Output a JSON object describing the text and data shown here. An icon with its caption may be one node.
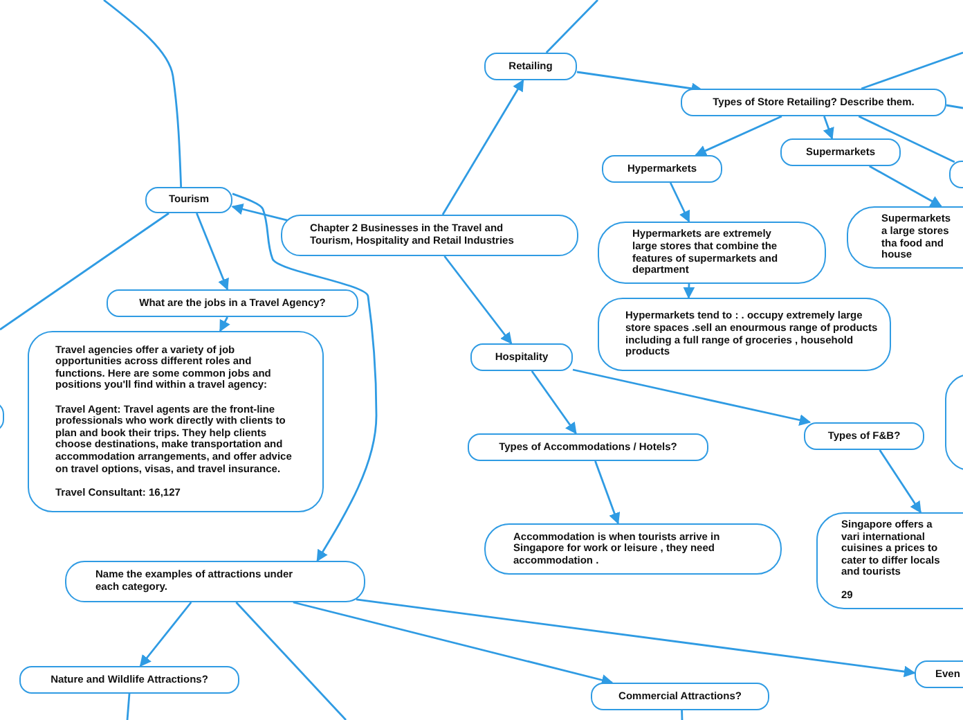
{
  "diagram": {
    "nodes": [
      {
        "text": [
          "Chapter 2 Businesses in the Travel and Tourism, Hospitality and Retail Industries"
        ]
      },
      {
        "text": [
          "Retailing"
        ]
      },
      {
        "text": [
          "Types of Store Retailing? Describe them."
        ]
      },
      {
        "text": [
          "Hypermarkets"
        ]
      },
      {
        "text": [
          "Supermarkets"
        ]
      },
      {
        "text": [],
        "shape": "box"
      },
      {
        "text": [
          "Hypermarkets are extremely large stores that combine the features of supermarkets and department"
        ]
      },
      {
        "text": [
          "Supermarkets a large stores tha food and house"
        ]
      },
      {
        "text": [
          "Hypermarkets tend to : . occupy extremely large store spaces .sell an enourmous range of products including a full range of groceries , household products"
        ]
      },
      {
        "text": [
          "Tourism"
        ]
      },
      {
        "text": [
          "What are the jobs in a Travel Agency?"
        ]
      },
      {
        "text": [
          "Travel agencies offer a variety of job opportunities across different roles and functions. Here are some common jobs and positions you'll find within a travel agency:",
          "Travel Agent: Travel agents are the front-line professionals who work directly with clients to plan and book their trips. They help clients choose destinations, make transportation and accommodation arrangements, and offer advice on travel options, visas, and travel insurance.",
          "Travel Consultant: 16,127"
        ]
      },
      {
        "text": [],
        "shape": "box"
      },
      {
        "text": [
          "Hospitality"
        ]
      },
      {
        "text": [
          "Types of Accommodations / Hotels?"
        ]
      },
      {
        "text": [
          "Accommodation is when tourists arrive in Singapore for work or leisure , they need accommodation ."
        ]
      },
      {
        "text": [
          "Types of F&B?"
        ]
      },
      {
        "text": [],
        "shape": "box"
      },
      {
        "text": [
          "Singapore offers a vari international cuisines a prices to cater to differ locals and tourists",
          "29"
        ]
      },
      {
        "text": [
          "Name the examples of attractions under each category."
        ]
      },
      {
        "text": [
          "Nature and Wildlife Attractions?"
        ]
      },
      {
        "text": [
          "Commercial Attractions?"
        ]
      },
      {
        "text": [
          "Even"
        ]
      }
    ],
    "edges": [
      {
        "from": 0,
        "to": 1,
        "arrow": "to"
      },
      {
        "from": 1,
        "to": null,
        "arrow": "none"
      },
      {
        "from": 1,
        "to": 2,
        "arrow": "to"
      },
      {
        "from": 2,
        "to": null,
        "arrow": "none"
      },
      {
        "from": 2,
        "to": null,
        "arrow": "none"
      },
      {
        "from": 2,
        "to": 3,
        "arrow": "to"
      },
      {
        "from": 2,
        "to": 4,
        "arrow": "to"
      },
      {
        "from": 2,
        "to": 5,
        "arrow": "none"
      },
      {
        "from": 3,
        "to": 6,
        "arrow": "to"
      },
      {
        "from": 4,
        "to": 7,
        "arrow": "to"
      },
      {
        "from": 6,
        "to": 8,
        "arrow": "to"
      },
      {
        "from": 0,
        "to": 9,
        "arrow": "to"
      },
      {
        "from": 9,
        "to": null,
        "arrow": "none"
      },
      {
        "from": 9,
        "to": null,
        "arrow": "none"
      },
      {
        "from": 9,
        "to": 10,
        "arrow": "to"
      },
      {
        "from": 9,
        "to": 19,
        "arrow": "to"
      },
      {
        "from": 10,
        "to": 11,
        "arrow": "to"
      },
      {
        "from": 0,
        "to": 13,
        "arrow": "to"
      },
      {
        "from": 13,
        "to": 14,
        "arrow": "to"
      },
      {
        "from": 13,
        "to": 16,
        "arrow": "to"
      },
      {
        "from": 14,
        "to": 15,
        "arrow": "to"
      },
      {
        "from": 16,
        "to": 18,
        "arrow": "to"
      },
      {
        "from": 19,
        "to": 20,
        "arrow": "to"
      },
      {
        "from": 19,
        "to": null,
        "arrow": "none"
      },
      {
        "from": 19,
        "to": 21,
        "arrow": "to"
      },
      {
        "from": 19,
        "to": 22,
        "arrow": "to"
      },
      {
        "from": 20,
        "to": null,
        "arrow": "none"
      },
      {
        "from": 21,
        "to": null,
        "arrow": "none"
      }
    ]
  }
}
